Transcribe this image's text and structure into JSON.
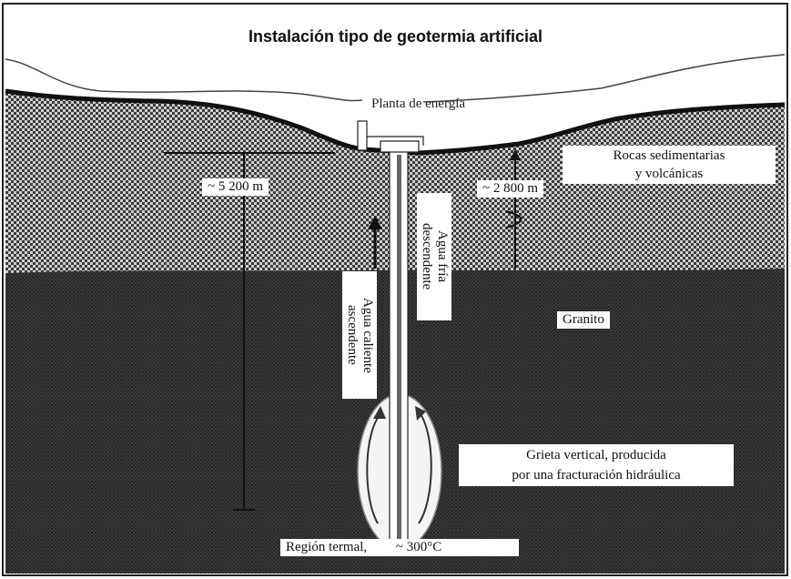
{
  "title": "Instalación tipo de geotermia artificial",
  "labels": {
    "power_plant": "Planta de energía",
    "sedimentary_line1": "Rocas sedimentarias",
    "sedimentary_line2": "y volcánicas",
    "depth_left": "~ 5 200 m",
    "depth_right": "~ 2 800 m",
    "cold_water_line1": "Agua fría",
    "cold_water_line2": "descendente",
    "hot_water_line1": "Agua caliente",
    "hot_water_line2": "ascendente",
    "granite": "Granito",
    "crack_line1": "Grieta vertical, producida",
    "crack_line2": "por una fracturación hidráulica",
    "thermal_region": "Región termal,",
    "temperature": "~ 300°C"
  }
}
